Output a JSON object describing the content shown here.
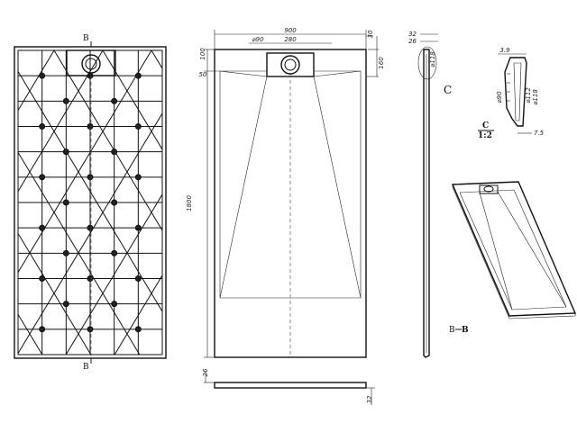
{
  "section_marks": {
    "top": "B",
    "bottom": "B",
    "caption_a": "B",
    "caption_b": "B"
  },
  "plan_dimensions": {
    "width": "900",
    "drain_offset": "280",
    "drain_diameter": "⌀90",
    "edge_top": "30",
    "offset_top": "160",
    "left_small": "100",
    "left_side": "50",
    "length": "1800"
  },
  "side_dimensions": {
    "thickness_top": "26",
    "thickness_bottom": "32"
  },
  "section_dimensions": {
    "a": "32",
    "b": "26",
    "drain": "⌀118"
  },
  "detail": {
    "callout": "C",
    "dim_top": "3.9",
    "dim_a": "⌀90",
    "dim_b": "⌀112",
    "dim_c": "⌀118",
    "dim_bottom": "7.5",
    "title": "C",
    "scale": "1:2"
  }
}
